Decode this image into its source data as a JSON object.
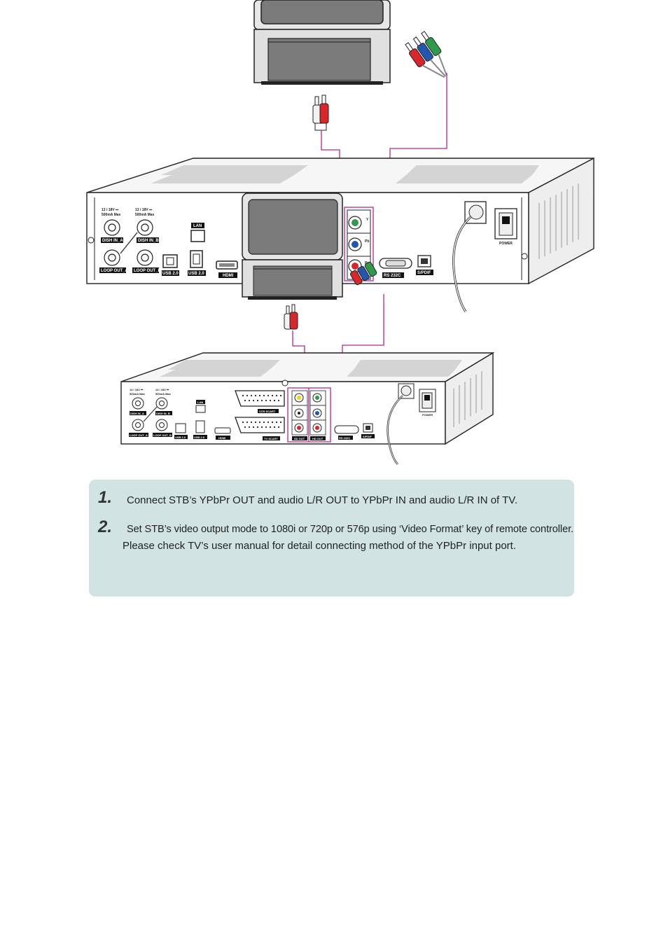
{
  "diagram": {
    "stb_top": {
      "labels": {
        "dish_spec_a": "13 / 18V ⎓",
        "dish_spec_a2": "500mA  Max",
        "dish_spec_b": "13 / 18V ⎓",
        "dish_spec_b2": "500mA  Max",
        "dish_in_a": "DISH IN_A",
        "dish_in_b": "DISH IN_B",
        "loop_out_a": "LOOP OUT_A",
        "loop_out_b": "LOOP OUT_B",
        "lan": "LAN",
        "usb1": "USB 2.0",
        "usb2": "USB 2.0",
        "hdmi": "HDMI",
        "rs232c": "RS 232C",
        "spdif": "S/PDIF",
        "power": "POWER",
        "y": "Y",
        "pb": "Pb",
        "pr": "Pr"
      }
    },
    "stb_bottom": {
      "labels": {
        "dish_spec_a": "13 / 18V ⎓",
        "dish_spec_a2": "500mA  Max",
        "dish_spec_b": "13 / 18V ⎓",
        "dish_spec_b2": "500mA  Max",
        "dish_in_a": "DISH IN_A",
        "dish_in_b": "DISH IN_B",
        "loop_out_a": "LOOP OUT_A",
        "loop_out_b": "LOOP OUT_B",
        "lan": "LAN",
        "usb1": "USB 2.0",
        "usb2": "USB 2.0",
        "hdmi": "HDMI",
        "vcr_scart": "VCR SCART",
        "tv_scart": "TV SCART",
        "sd_out": "SD OUT",
        "hd_out": "HD OUT",
        "rs232c": "RS 232C",
        "spdif": "S/PDIF",
        "power": "POWER"
      }
    }
  },
  "instructions": {
    "steps": [
      {
        "number": "1.",
        "text": "Connect STB’s YPbPr OUT and audio L/R OUT to YPbPr IN and audio L/R IN of TV."
      },
      {
        "number": "2.",
        "text": "Set STB’s video output mode to 1080i or 720p or 576p using ‘Video Format’ key of remote controller.",
        "note": "Please check TV’s user manual for detail connecting method of the YPbPr input port."
      }
    ]
  },
  "colors": {
    "cable": "#b0288f",
    "panel_background": "#d2e3e4",
    "rca_red": "#d9262b",
    "rca_green": "#2e9a4a",
    "rca_blue": "#2356b0",
    "rca_yellow": "#f0d020",
    "tv_screen": "#7a7a7a"
  }
}
